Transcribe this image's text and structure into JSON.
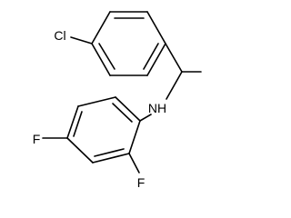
{
  "molecule": {
    "atoms": {
      "chlorine": "Cl",
      "amine": "NH",
      "fluorine_para": "F",
      "fluorine_ortho": "F"
    },
    "colors": {
      "bond": "#000000",
      "label": "#000000",
      "background": "#ffffff"
    }
  }
}
